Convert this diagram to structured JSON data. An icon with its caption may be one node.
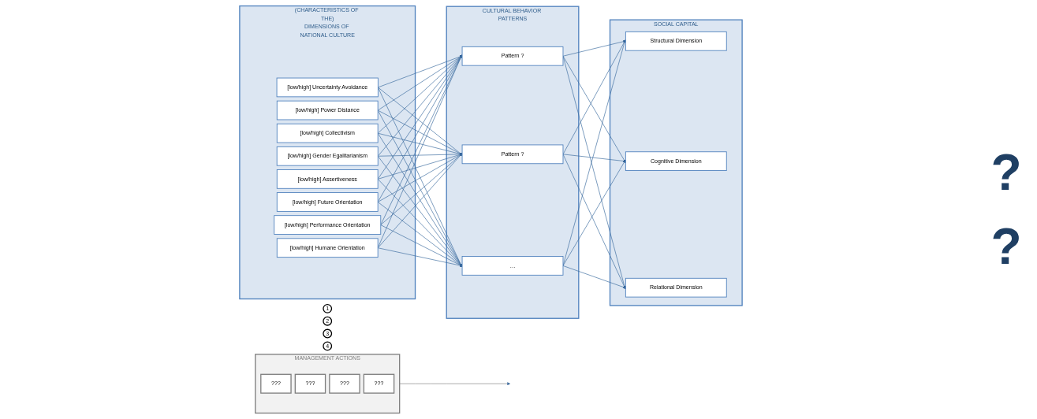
{
  "diagram": {
    "nodes": [
      {
        "text": [
          "(CHARACTERISTICS OF THE)",
          "DIMENSIONS OF NATIONAL CULTURE"
        ]
      },
      {
        "text": [
          "[low/high] Uncertainty Avoidance"
        ],
        "in": 0
      },
      {
        "text": [
          "[low/high] Power Distance"
        ],
        "in": 0
      },
      {
        "text": [
          "[low/high] Collectivism"
        ],
        "in": 0
      },
      {
        "text": [
          "[low/high] Gender Egalitarianism"
        ],
        "in": 0
      },
      {
        "text": [
          "[low/high] Assertiveness"
        ],
        "in": 0
      },
      {
        "text": [
          "[low/high] Future Orientation"
        ],
        "in": 0
      },
      {
        "text": [
          "[low/high] Performance Orientation"
        ],
        "in": 0
      },
      {
        "text": [
          "[low/high] Humane Orientation"
        ],
        "in": 0
      },
      {
        "text": [
          "CULTURAL BEHAVIOR PATTERNS"
        ]
      },
      {
        "text": [
          "Pattern ?"
        ],
        "in": 9
      },
      {
        "text": [
          "Pattern ?"
        ],
        "in": 9
      },
      {
        "text": [
          "…"
        ],
        "in": 9
      },
      {
        "text": [
          "SOCIAL  CAPITAL"
        ]
      },
      {
        "text": [
          "Structural Dimension"
        ],
        "in": 13
      },
      {
        "text": [
          "Cognitive Dimension"
        ],
        "in": 13
      },
      {
        "text": [
          "Relational Dimension"
        ],
        "in": 13
      },
      {
        "text": [
          "MANAGEMENT  ACTIONS"
        ]
      },
      {
        "text": [
          "???"
        ],
        "in": 17
      },
      {
        "text": [
          "???"
        ],
        "in": 17
      },
      {
        "text": [
          "???"
        ],
        "in": 17
      },
      {
        "text": [
          "???"
        ],
        "in": 17
      },
      {
        "text": [
          "1"
        ]
      },
      {
        "text": [
          "2"
        ]
      },
      {
        "text": [
          "3"
        ]
      },
      {
        "text": [
          "4"
        ]
      }
    ],
    "edges": [
      {
        "from": 1,
        "to": 10,
        "arrow": "to"
      },
      {
        "from": 1,
        "to": 11,
        "arrow": "to"
      },
      {
        "from": 1,
        "to": 12,
        "arrow": "to"
      },
      {
        "from": 2,
        "to": 10,
        "arrow": "to"
      },
      {
        "from": 2,
        "to": 11,
        "arrow": "to"
      },
      {
        "from": 2,
        "to": 12,
        "arrow": "to"
      },
      {
        "from": 3,
        "to": 10,
        "arrow": "to"
      },
      {
        "from": 3,
        "to": 11,
        "arrow": "to"
      },
      {
        "from": 3,
        "to": 12,
        "arrow": "to"
      },
      {
        "from": 4,
        "to": 10,
        "arrow": "to"
      },
      {
        "from": 4,
        "to": 11,
        "arrow": "to"
      },
      {
        "from": 4,
        "to": 12,
        "arrow": "to"
      },
      {
        "from": 5,
        "to": 10,
        "arrow": "to"
      },
      {
        "from": 5,
        "to": 11,
        "arrow": "to"
      },
      {
        "from": 5,
        "to": 12,
        "arrow": "to"
      },
      {
        "from": 6,
        "to": 10,
        "arrow": "to"
      },
      {
        "from": 6,
        "to": 11,
        "arrow": "to"
      },
      {
        "from": 6,
        "to": 12,
        "arrow": "to"
      },
      {
        "from": 7,
        "to": 10,
        "arrow": "to"
      },
      {
        "from": 7,
        "to": 11,
        "arrow": "to"
      },
      {
        "from": 7,
        "to": 12,
        "arrow": "to"
      },
      {
        "from": 8,
        "to": 10,
        "arrow": "to"
      },
      {
        "from": 8,
        "to": 11,
        "arrow": "to"
      },
      {
        "from": 8,
        "to": 12,
        "arrow": "to"
      },
      {
        "from": 10,
        "to": 14,
        "arrow": "to"
      },
      {
        "from": 10,
        "to": 15,
        "arrow": "to"
      },
      {
        "from": 10,
        "to": 16,
        "arrow": "to"
      },
      {
        "from": 11,
        "to": 14,
        "arrow": "to"
      },
      {
        "from": 11,
        "to": 15,
        "arrow": "to"
      },
      {
        "from": 11,
        "to": 16,
        "arrow": "to"
      },
      {
        "from": 12,
        "to": 14,
        "arrow": "to"
      },
      {
        "from": 12,
        "to": 15,
        "arrow": "to"
      },
      {
        "from": 12,
        "to": 16,
        "arrow": "to"
      },
      {
        "from": 17,
        "to": null,
        "arrow": "to",
        "color": "#7f7f7f"
      }
    ],
    "labels": [
      "?",
      "?"
    ]
  }
}
